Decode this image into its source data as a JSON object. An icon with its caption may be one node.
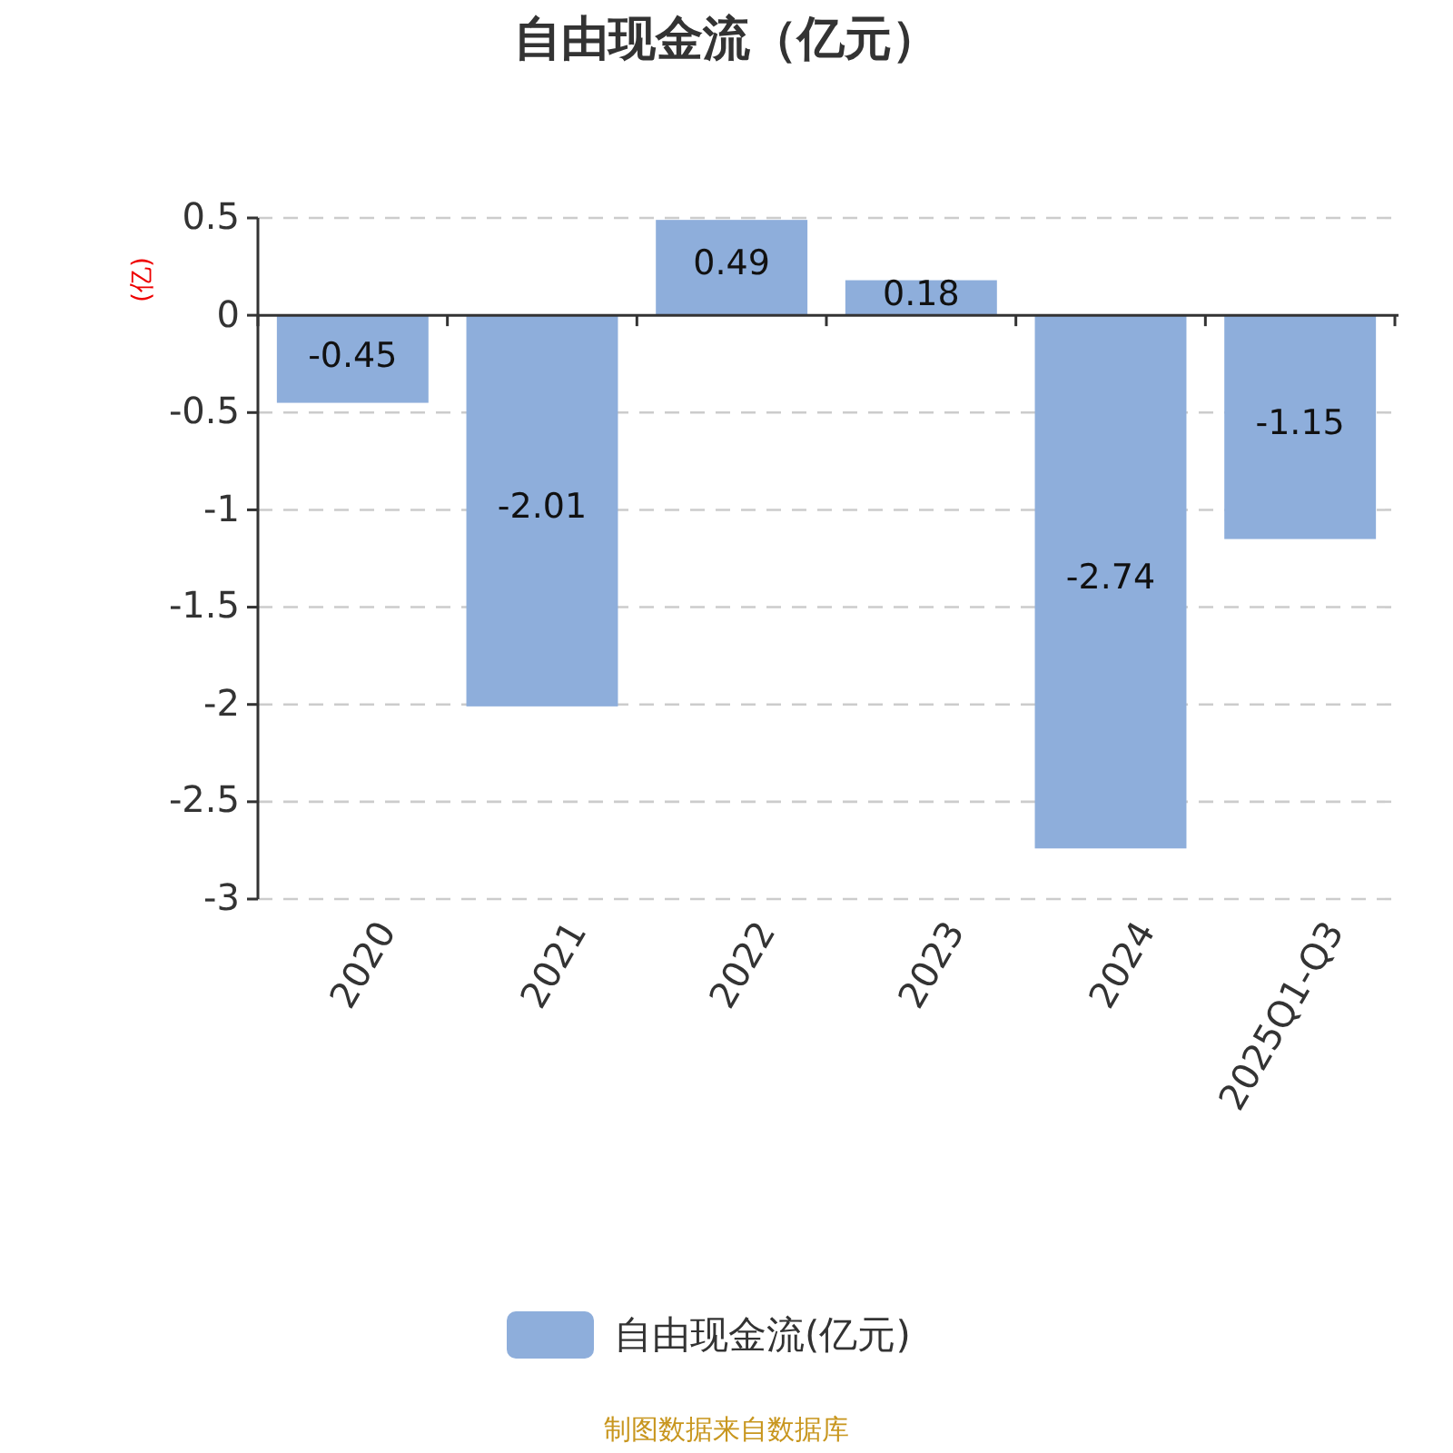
{
  "diagram": {
    "title": "自由现金流（亿元）",
    "chart_data": {
      "type": "bar",
      "ylabel": "(亿)",
      "categories": [
        "2020",
        "2021",
        "2022",
        "2023",
        "2024",
        "2025Q1-Q3"
      ],
      "series": [
        {
          "name": "自由现金流(亿元)",
          "color": "#8eaedb",
          "values": [
            -0.45,
            -2.01,
            0.49,
            0.18,
            -2.74,
            -1.15
          ]
        }
      ],
      "ylim": [
        -3,
        0.5
      ],
      "yticks": [
        -3,
        -2.5,
        -2,
        -1.5,
        -1,
        -0.5,
        0,
        0.5
      ],
      "grid": true,
      "data_labels": true
    },
    "labels": [
      "制图数据来自数据库"
    ]
  }
}
